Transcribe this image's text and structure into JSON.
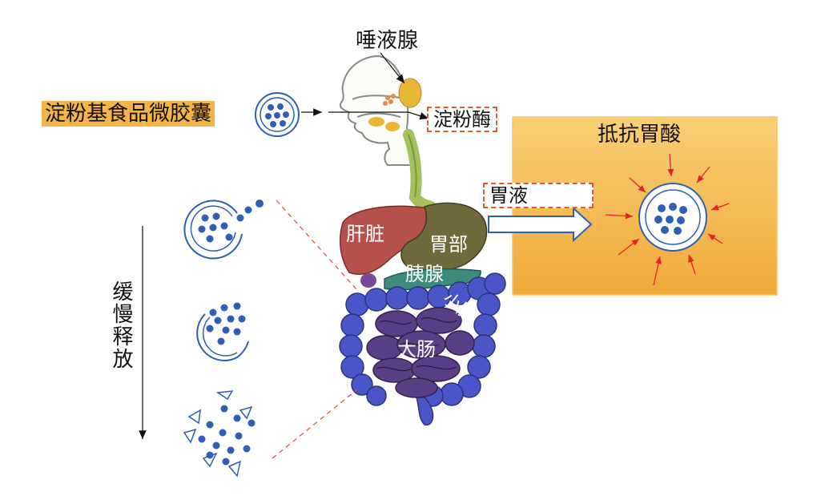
{
  "labels": {
    "salivary_gland": "唾液腺",
    "microcapsule": "淀粉基食品微胶囊",
    "amylase": "淀粉酶",
    "resist_acid": "抵抗胃酸",
    "gastric_juice": "胃液",
    "liver": "肝脏",
    "stomach": "胃部",
    "pancreas": "胰腺",
    "small_intestine": "小肠",
    "large_intestine": "大肠",
    "slow_release": "缓慢释放"
  },
  "colors": {
    "highlight": "#f4b447",
    "acid_panel": "#f5b84a",
    "acid_panel_edge": "#f8d27a",
    "dash_border": "#e05a2a",
    "capsule_blue": "#2f5fb5",
    "acid_arrow": "#e8202a",
    "liver": "#b5514a",
    "stomach": "#6e6a3c",
    "pancreas": "#3b8c7c",
    "esophagus": "#a4c15c",
    "large_intestine": "#4a56c8",
    "small_intestine": "#5a3f86"
  }
}
